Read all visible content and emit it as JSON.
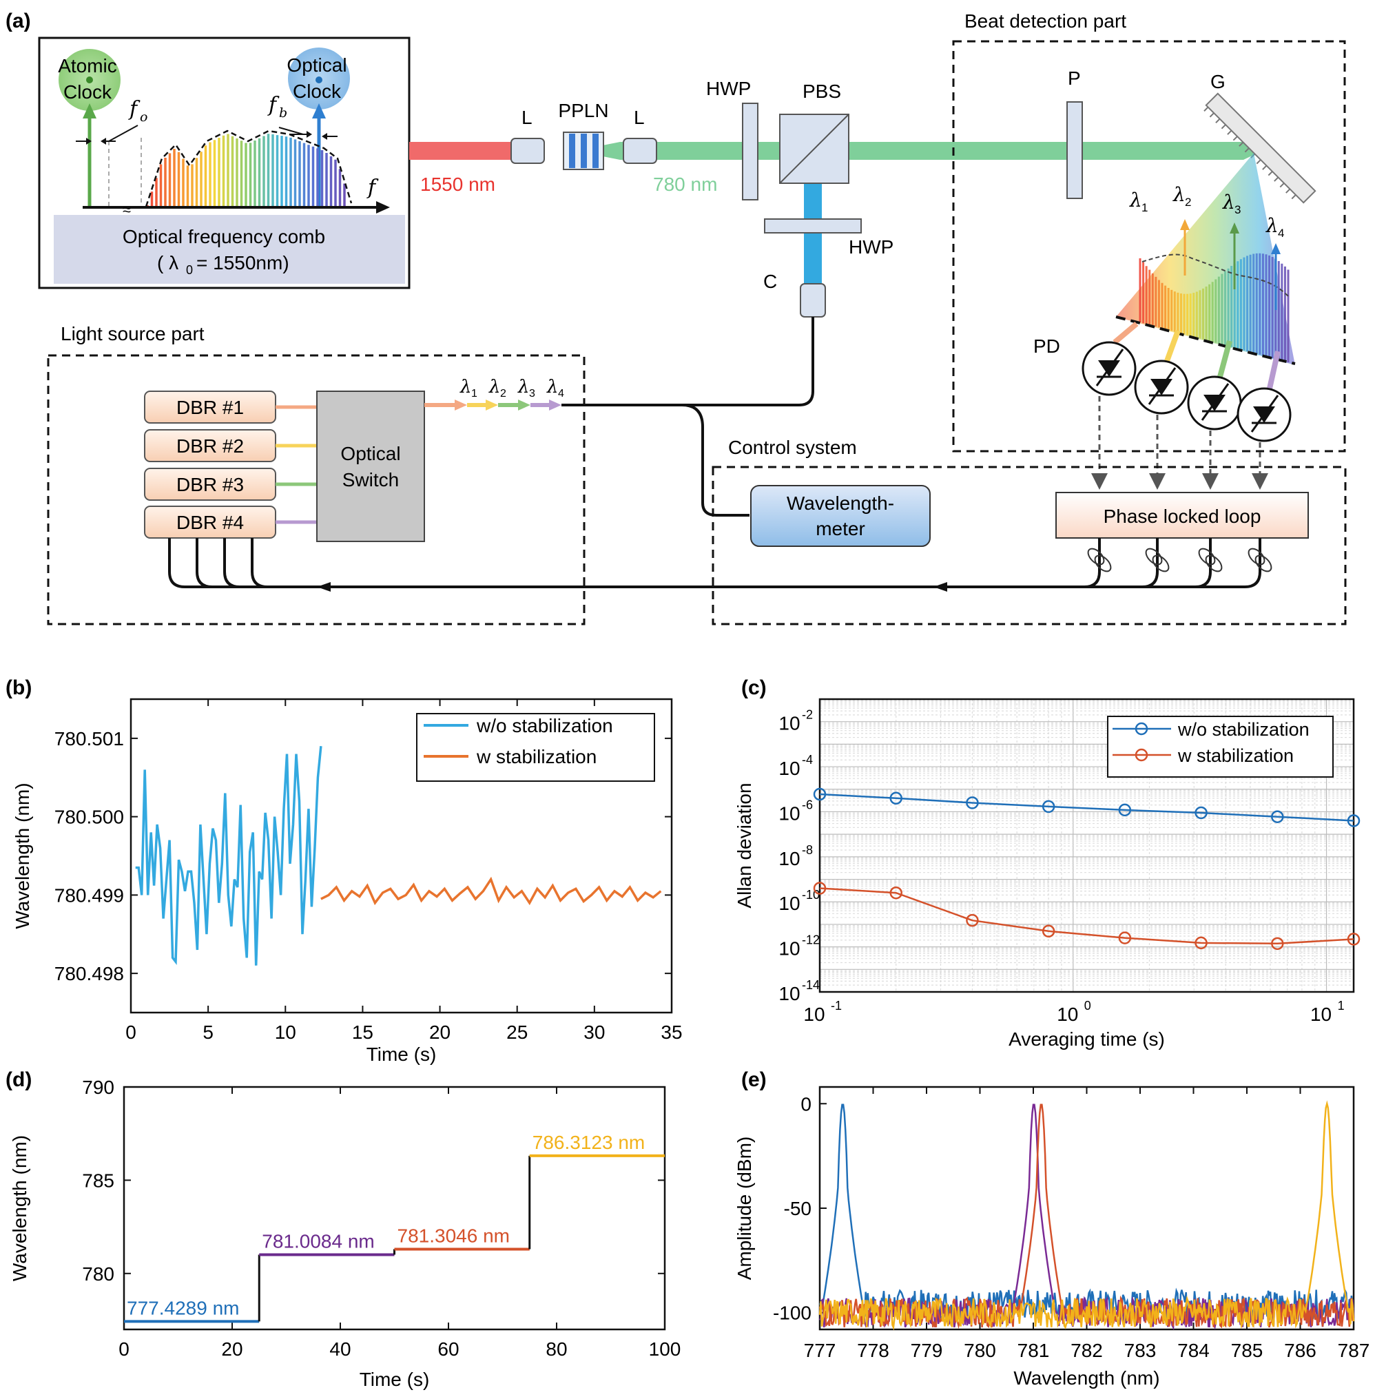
{
  "panel_labels": {
    "a": "(a)",
    "b": "(b)",
    "c": "(c)",
    "d": "(d)",
    "e": "(e)"
  },
  "setup": {
    "inset": {
      "atomic_clock": [
        "Atomic",
        "Clock"
      ],
      "optical_clock": [
        "Optical",
        "Clock"
      ],
      "f_o": "f",
      "f_o_sub": "o",
      "f_b": "f",
      "f_b_sub": "b",
      "f_axis": "f",
      "comb_title": "Optical frequency comb",
      "comb_lambda": "( λ",
      "comb_lambda_sub": "0",
      "comb_lambda_rest": "= 1550nm)"
    },
    "beam_1550": "1550 nm",
    "beam_780": "780 nm",
    "L1": "L",
    "PPLN": "PPLN",
    "L2": "L",
    "HWP1": "HWP",
    "PBS": "PBS",
    "HWP2": "HWP",
    "C": "C",
    "beat_title": "Beat detection part",
    "P": "P",
    "G": "G",
    "PD": "PD",
    "lambda_sym": "λ",
    "lambda_subs": [
      "1",
      "2",
      "3",
      "4"
    ],
    "light_source_title": "Light source part",
    "dbr": [
      "DBR #1",
      "DBR #2",
      "DBR #3",
      "DBR #4"
    ],
    "switch": [
      "Optical",
      "Switch"
    ],
    "control_title": "Control system",
    "wavemeter": [
      "Wavelength-",
      "meter"
    ],
    "pll": "Phase locked loop",
    "colors": {
      "red": "#f06a6a",
      "green": "#7fcf9a",
      "blue": "#33a9e0",
      "dbr1": "#f4a883",
      "dbr2": "#f7d35a",
      "dbr3": "#8cc77a",
      "dbr4": "#b79ad0"
    }
  },
  "chart_data": [
    {
      "id": "b",
      "type": "line",
      "xlabel": "Time (s)",
      "ylabel": "Wavelength (nm)",
      "xlim": [
        0,
        35
      ],
      "ylim": [
        780.4975,
        780.5015
      ],
      "xticks": [
        0,
        5,
        10,
        15,
        20,
        25,
        30,
        35
      ],
      "yticks": [
        780.498,
        780.499,
        780.5,
        780.501
      ],
      "ytick_labels": [
        "780.498",
        "780.499",
        "780.500",
        "780.501"
      ],
      "legend_position": "top-right",
      "series": [
        {
          "name": "w/o stabilization",
          "color": "#33a9e0",
          "x": [
            0.3,
            0.5,
            0.7,
            0.9,
            1.1,
            1.3,
            1.5,
            1.7,
            1.9,
            2.1,
            2.3,
            2.5,
            2.7,
            2.9,
            3.1,
            3.3,
            3.5,
            3.7,
            3.9,
            4.1,
            4.3,
            4.5,
            4.7,
            4.9,
            5.1,
            5.3,
            5.5,
            5.7,
            5.9,
            6.1,
            6.3,
            6.5,
            6.7,
            6.9,
            7.1,
            7.3,
            7.5,
            7.7,
            7.9,
            8.1,
            8.3,
            8.5,
            8.7,
            8.9,
            9.1,
            9.3,
            9.5,
            9.7,
            9.9,
            10.1,
            10.3,
            10.5,
            10.7,
            10.9,
            11.1,
            11.3,
            11.5,
            11.7,
            11.9,
            12.1,
            12.3
          ],
          "y": [
            780.49935,
            780.49935,
            780.499,
            780.5006,
            780.499,
            780.4998,
            780.49912,
            780.4999,
            780.4996,
            780.4987,
            780.4992,
            780.4997,
            780.4982,
            780.49815,
            780.49945,
            780.4993,
            780.49905,
            780.4993,
            780.4993,
            780.4989,
            780.4983,
            780.4999,
            780.4992,
            780.4985,
            780.4994,
            780.49985,
            780.4997,
            780.4989,
            780.4994,
            780.5003,
            780.499,
            780.4986,
            780.4992,
            780.4991,
            780.50015,
            780.4987,
            780.4982,
            780.49955,
            780.4998,
            780.4981,
            780.4993,
            780.4992,
            780.50005,
            780.4997,
            780.4987,
            780.5,
            780.49955,
            780.499,
            780.5001,
            780.5008,
            780.4994,
            780.4999,
            780.5008,
            780.5002,
            780.4985,
            780.4992,
            780.5001,
            780.49885,
            780.4996,
            780.5005,
            780.5009
          ]
        },
        {
          "name": "w stabilization",
          "color": "#e8742e",
          "x": [
            12.3,
            12.8,
            13.3,
            13.8,
            14.3,
            14.8,
            15.3,
            15.8,
            16.3,
            16.8,
            17.3,
            17.8,
            18.3,
            18.8,
            19.3,
            19.8,
            20.3,
            20.8,
            21.3,
            21.8,
            22.3,
            22.8,
            23.3,
            23.8,
            24.3,
            24.8,
            25.3,
            25.8,
            26.3,
            26.8,
            27.3,
            27.8,
            28.3,
            28.8,
            29.3,
            29.8,
            30.3,
            30.8,
            31.3,
            31.8,
            32.3,
            32.8,
            33.3,
            33.8,
            34.3
          ],
          "y": [
            780.49895,
            780.499,
            780.4991,
            780.49893,
            780.49905,
            780.49898,
            780.49912,
            780.4989,
            780.49903,
            780.49908,
            780.49895,
            780.499,
            780.49913,
            780.49893,
            780.49905,
            780.49898,
            780.49908,
            780.49893,
            780.49902,
            780.4991,
            780.49895,
            780.49905,
            780.4992,
            780.49893,
            780.4991,
            780.49897,
            780.49905,
            780.4989,
            780.49908,
            780.49897,
            780.49912,
            780.49893,
            780.49903,
            780.49908,
            780.49892,
            780.499,
            780.4991,
            780.49893,
            780.49905,
            780.49898,
            780.4991,
            780.49893,
            780.49903,
            780.49897,
            780.49905
          ]
        }
      ]
    },
    {
      "id": "c",
      "type": "line",
      "xlabel": "Averaging time (s)",
      "ylabel": "Allan deviation",
      "x_scale": "log",
      "y_scale": "log",
      "xlim": [
        0.1,
        12.8
      ],
      "ylim": [
        1e-14,
        0.1
      ],
      "grid": true,
      "legend_position": "top-right",
      "xtick_base": "10",
      "xtick_exps": [
        "-1",
        "0",
        "1"
      ],
      "ytick_base": "10",
      "ytick_exps": [
        "-14",
        "-12",
        "-10",
        "-8",
        "-6",
        "-4",
        "-2"
      ],
      "series": [
        {
          "name": "w/o stabilization",
          "color": "#1f6fb8",
          "marker": "circle",
          "x": [
            0.1,
            0.2,
            0.4,
            0.8,
            1.6,
            3.2,
            6.4,
            12.8
          ],
          "y": [
            6e-06,
            4e-06,
            2.5e-06,
            1.7e-06,
            1.2e-06,
            9e-07,
            6e-07,
            4e-07
          ]
        },
        {
          "name": "w stabilization",
          "color": "#d4512a",
          "marker": "circle",
          "x": [
            0.1,
            0.2,
            0.4,
            0.8,
            1.6,
            3.2,
            6.4,
            12.8
          ],
          "y": [
            4e-10,
            2.5e-10,
            1.5e-11,
            5e-12,
            2.5e-12,
            1.5e-12,
            1.4e-12,
            2.2e-12
          ]
        }
      ]
    },
    {
      "id": "d",
      "type": "line",
      "xlabel": "Time (s)",
      "ylabel": "Wavelength (nm)",
      "xlim": [
        0,
        100
      ],
      "ylim": [
        777,
        790
      ],
      "xticks": [
        0,
        20,
        40,
        60,
        80,
        100
      ],
      "yticks": [
        780,
        785,
        790
      ],
      "segments": [
        {
          "label": "777.4289 nm",
          "value": 777.4289,
          "x": [
            0,
            25
          ],
          "color": "#1f6fb8"
        },
        {
          "label": "781.0084 nm",
          "value": 781.0084,
          "x": [
            25,
            50
          ],
          "color": "#6a2a8c"
        },
        {
          "label": "781.3046 nm",
          "value": 781.3046,
          "x": [
            50,
            75
          ],
          "color": "#d4512a"
        },
        {
          "label": "786.3123 nm",
          "value": 786.3123,
          "x": [
            75,
            100
          ],
          "color": "#f2b21a"
        }
      ]
    },
    {
      "id": "e",
      "type": "line",
      "xlabel": "Wavelength (nm)",
      "ylabel": "Amplitude (dBm)",
      "xlim": [
        777,
        787
      ],
      "ylim": [
        -108,
        8
      ],
      "xticks": [
        777,
        778,
        779,
        780,
        781,
        782,
        783,
        784,
        785,
        786,
        787
      ],
      "yticks": [
        -100,
        -50,
        0
      ],
      "series": [
        {
          "name": "777.4289 nm",
          "color": "#1f6fb8",
          "peak_x": 777.43,
          "peak_y": 0,
          "floor": -96
        },
        {
          "name": "781.0084 nm",
          "color": "#7a2a94",
          "peak_x": 781.01,
          "peak_y": 0,
          "floor": -100
        },
        {
          "name": "781.3046 nm",
          "color": "#d4512a",
          "peak_x": 781.15,
          "peak_y": 0,
          "floor": -100
        },
        {
          "name": "786.3123 nm",
          "color": "#f2b21a",
          "peak_x": 786.5,
          "peak_y": 0,
          "floor": -100
        }
      ]
    }
  ]
}
